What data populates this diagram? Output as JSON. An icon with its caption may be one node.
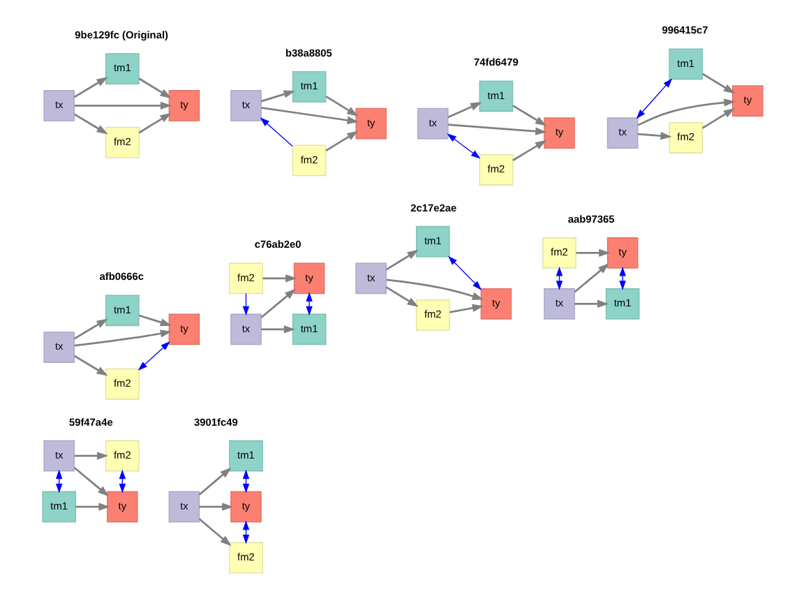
{
  "diagram": {
    "nodes": [
      {
        "text": [
          "tm1"
        ]
      },
      {
        "text": [
          "tx"
        ]
      },
      {
        "text": [
          "ty"
        ]
      },
      {
        "text": [
          "fm2"
        ]
      },
      {
        "text": [
          "tm1"
        ]
      },
      {
        "text": [
          "tx"
        ]
      },
      {
        "text": [
          "ty"
        ]
      },
      {
        "text": [
          "fm2"
        ]
      },
      {
        "text": [
          "tm1"
        ]
      },
      {
        "text": [
          "tx"
        ]
      },
      {
        "text": [
          "ty"
        ]
      },
      {
        "text": [
          "fm2"
        ]
      },
      {
        "text": [
          "tm1"
        ]
      },
      {
        "text": [
          "tx"
        ]
      },
      {
        "text": [
          "ty"
        ]
      },
      {
        "text": [
          "fm2"
        ]
      },
      {
        "text": [
          "tm1"
        ]
      },
      {
        "text": [
          "tx"
        ]
      },
      {
        "text": [
          "ty"
        ]
      },
      {
        "text": [
          "fm2"
        ]
      },
      {
        "text": [
          "tm1"
        ]
      },
      {
        "text": [
          "tx"
        ]
      },
      {
        "text": [
          "ty"
        ]
      },
      {
        "text": [
          "fm2"
        ]
      },
      {
        "text": [
          "tm1"
        ]
      },
      {
        "text": [
          "tx"
        ]
      },
      {
        "text": [
          "ty"
        ]
      },
      {
        "text": [
          "fm2"
        ]
      },
      {
        "text": [
          "tm1"
        ]
      },
      {
        "text": [
          "tx"
        ]
      },
      {
        "text": [
          "ty"
        ]
      },
      {
        "text": [
          "fm2"
        ]
      },
      {
        "text": [
          "tm1"
        ]
      },
      {
        "text": [
          "tx"
        ]
      },
      {
        "text": [
          "ty"
        ]
      },
      {
        "text": [
          "fm2"
        ]
      },
      {
        "text": [
          "tm1"
        ]
      },
      {
        "text": [
          "tx"
        ]
      },
      {
        "text": [
          "ty"
        ]
      },
      {
        "text": [
          "fm2"
        ]
      }
    ],
    "edges": [
      {
        "from": 1,
        "to": 0,
        "arrow": "to"
      },
      {
        "from": 1,
        "to": 2,
        "arrow": "to"
      },
      {
        "from": 1,
        "to": 3,
        "arrow": "to"
      },
      {
        "from": 0,
        "to": 2,
        "arrow": "to"
      },
      {
        "from": 3,
        "to": 2,
        "arrow": "to"
      },
      {
        "from": 5,
        "to": 4,
        "arrow": "to"
      },
      {
        "from": 5,
        "to": 6,
        "arrow": "to"
      },
      {
        "from": 4,
        "to": 6,
        "arrow": "to"
      },
      {
        "from": 7,
        "to": 6,
        "arrow": "to"
      },
      {
        "from": 7,
        "to": 5,
        "arrow": "to",
        "color": "#0000ff"
      },
      {
        "from": 9,
        "to": 8,
        "arrow": "to"
      },
      {
        "from": 9,
        "to": 10,
        "arrow": "to"
      },
      {
        "from": 8,
        "to": 10,
        "arrow": "to"
      },
      {
        "from": 11,
        "to": 10,
        "arrow": "to"
      },
      {
        "from": 9,
        "to": 11,
        "arrow": "both",
        "color": "#0000ff"
      },
      {
        "from": 13,
        "to": 14,
        "arrow": "to"
      },
      {
        "from": 13,
        "to": 15,
        "arrow": "to"
      },
      {
        "from": 12,
        "to": 14,
        "arrow": "to"
      },
      {
        "from": 15,
        "to": 14,
        "arrow": "to"
      },
      {
        "from": 13,
        "to": 12,
        "arrow": "both",
        "color": "#0000ff"
      },
      {
        "from": 17,
        "to": 16,
        "arrow": "to"
      },
      {
        "from": 17,
        "to": 18,
        "arrow": "to"
      },
      {
        "from": 17,
        "to": 19,
        "arrow": "to"
      },
      {
        "from": 16,
        "to": 18,
        "arrow": "to"
      },
      {
        "from": 19,
        "to": 18,
        "arrow": "both",
        "color": "#0000ff"
      },
      {
        "from": 21,
        "to": 20,
        "arrow": "to"
      },
      {
        "from": 21,
        "to": 22,
        "arrow": "to"
      },
      {
        "from": 23,
        "to": 22,
        "arrow": "to"
      },
      {
        "from": 23,
        "to": 21,
        "arrow": "to",
        "color": "#0000ff"
      },
      {
        "from": 20,
        "to": 22,
        "arrow": "both",
        "color": "#0000ff"
      },
      {
        "from": 25,
        "to": 24,
        "arrow": "to"
      },
      {
        "from": 25,
        "to": 26,
        "arrow": "to"
      },
      {
        "from": 25,
        "to": 27,
        "arrow": "to"
      },
      {
        "from": 27,
        "to": 26,
        "arrow": "to"
      },
      {
        "from": 24,
        "to": 26,
        "arrow": "both",
        "color": "#0000ff"
      },
      {
        "from": 29,
        "to": 28,
        "arrow": "to"
      },
      {
        "from": 29,
        "to": 30,
        "arrow": "to"
      },
      {
        "from": 31,
        "to": 30,
        "arrow": "to"
      },
      {
        "from": 28,
        "to": 30,
        "arrow": "both",
        "color": "#0000ff"
      },
      {
        "from": 29,
        "to": 31,
        "arrow": "both",
        "color": "#0000ff"
      },
      {
        "from": 33,
        "to": 34,
        "arrow": "to"
      },
      {
        "from": 33,
        "to": 35,
        "arrow": "to"
      },
      {
        "from": 32,
        "to": 34,
        "arrow": "to"
      },
      {
        "from": 33,
        "to": 32,
        "arrow": "both",
        "color": "#0000ff"
      },
      {
        "from": 35,
        "to": 34,
        "arrow": "both",
        "color": "#0000ff"
      },
      {
        "from": 37,
        "to": 36,
        "arrow": "to"
      },
      {
        "from": 37,
        "to": 38,
        "arrow": "to"
      },
      {
        "from": 37,
        "to": 39,
        "arrow": "to"
      },
      {
        "from": 36,
        "to": 38,
        "arrow": "both",
        "color": "#0000ff"
      },
      {
        "from": 39,
        "to": 38,
        "arrow": "both",
        "color": "#0000ff"
      }
    ],
    "labels": [
      "9be129fc (Original)",
      "b38a8805",
      "74fd6479",
      "996415c7",
      "afb0666c",
      "c76ab2e0",
      "2c17e2ae",
      "aab97365",
      "59f47a4e",
      "3901fc49"
    ]
  }
}
